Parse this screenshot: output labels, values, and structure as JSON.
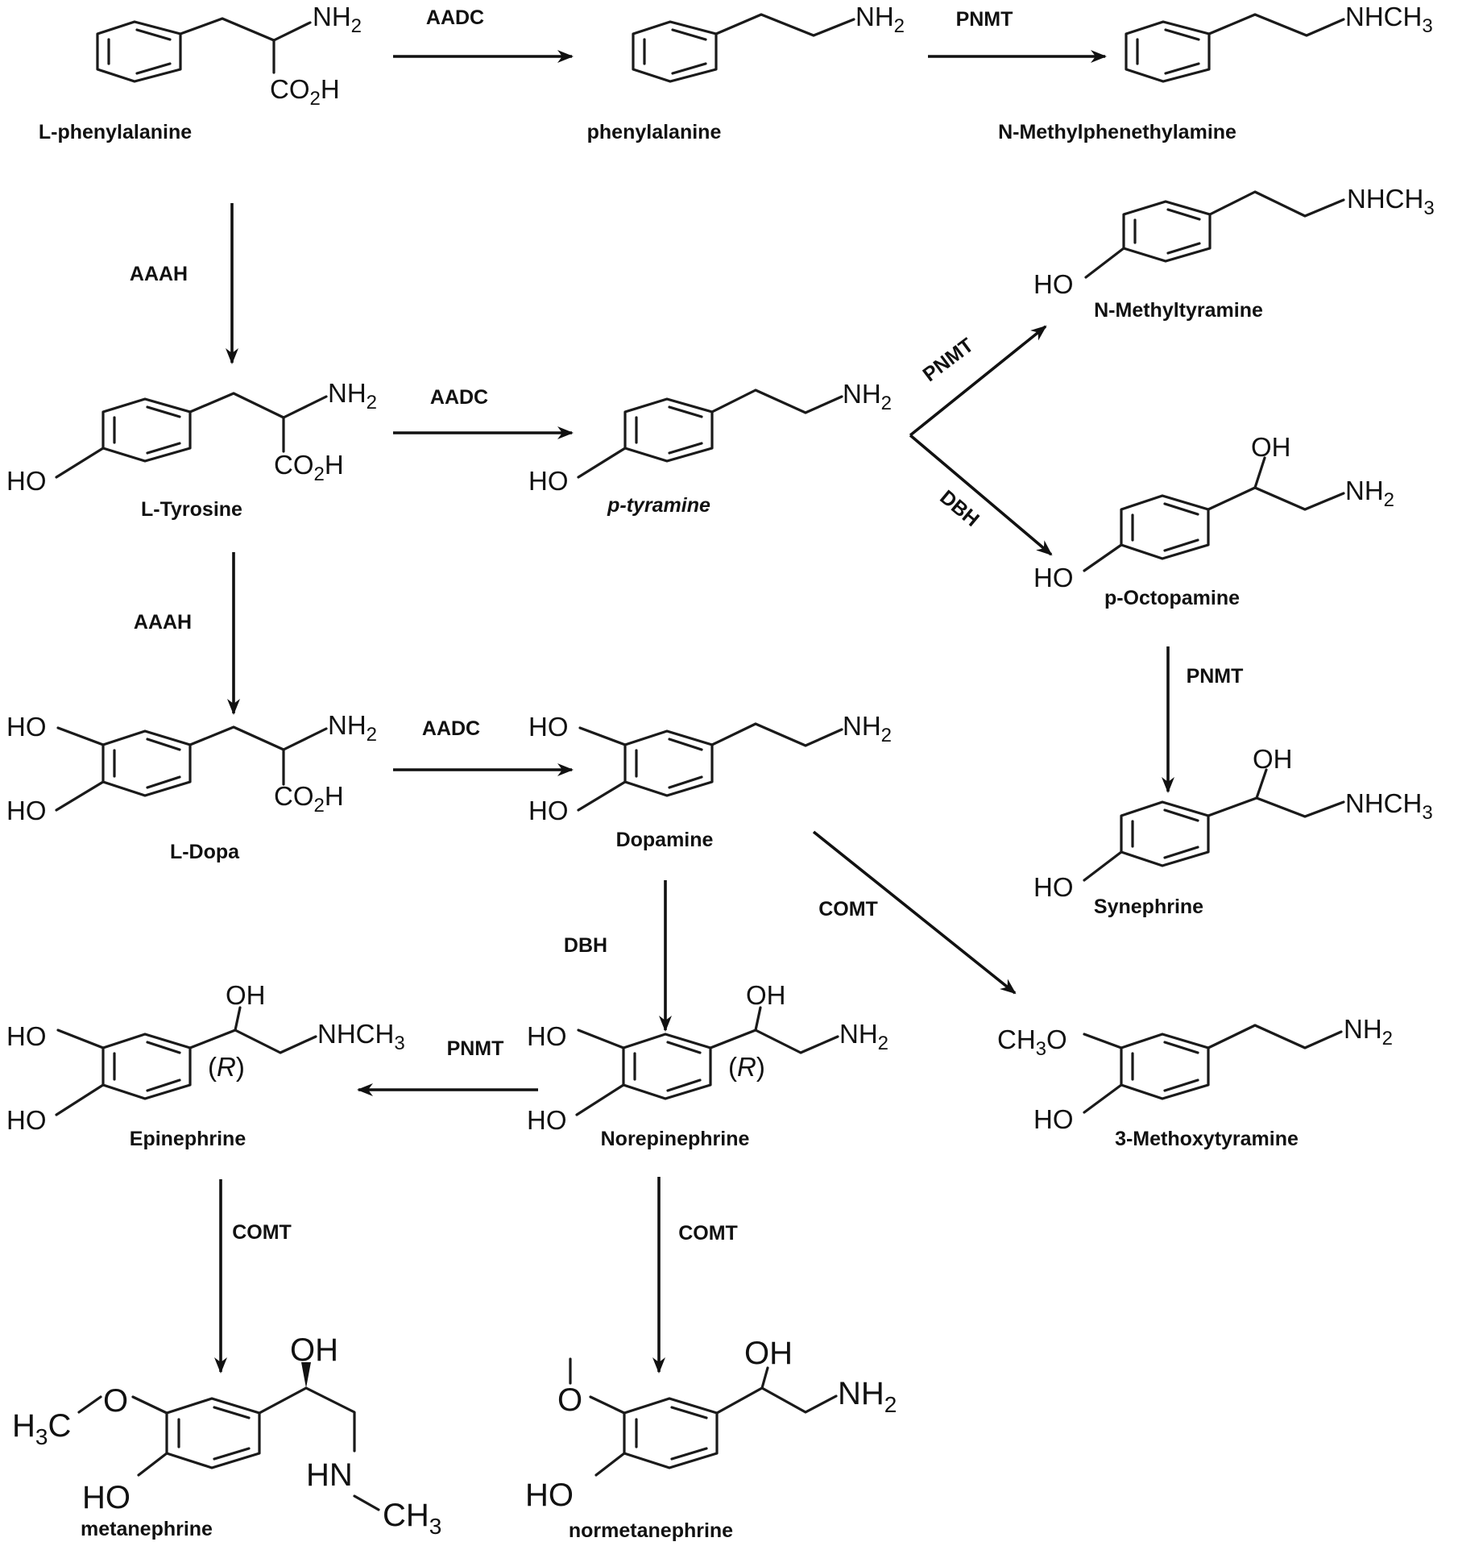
{
  "compounds": {
    "l_phenylalanine": "L-phenylalanine",
    "phenylalanine": "phenylalanine",
    "n_methylphenethylamine": "N-Methylphenethylamine",
    "n_methyltyramine": "N-Methyltyramine",
    "l_tyrosine": "L-Tyrosine",
    "p_tyramine": "p-tyramine",
    "p_octopamine": "p-Octopamine",
    "synephrine": "Synephrine",
    "l_dopa": "L-Dopa",
    "dopamine": "Dopamine",
    "epinephrine": "Epinephrine",
    "norepinephrine": "Norepinephrine",
    "methoxytyramine": "3-Methoxytyramine",
    "metanephrine": "metanephrine",
    "normetanephrine": "normetanephrine"
  },
  "enzymes": {
    "aadc_1": "AADC",
    "pnmt_1": "PNMT",
    "aaah_1": "AAAH",
    "aadc_2": "AADC",
    "pnmt_2": "PNMT",
    "dbh_1": "DBH",
    "aaah_2": "AAAH",
    "aadc_3": "AADC",
    "pnmt_3": "PNMT",
    "comt_1": "COMT",
    "dbh_2": "DBH",
    "pnmt_4": "PNMT",
    "comt_2": "COMT",
    "comt_3": "COMT"
  },
  "groups": {
    "nh2": "NH",
    "nhch3": "NHCH",
    "co2h": "CO",
    "h": "H",
    "ho": "HO",
    "oh": "OH",
    "ch3o": "CH",
    "o": "O",
    "r": "R",
    "sub2": "2",
    "sub3": "3",
    "hn": "HN",
    "ch3": "CH",
    "h3c": "H",
    "c": "C",
    "paren_open": "(",
    "paren_close": ")"
  },
  "colors": {
    "ink": "#111111",
    "background": "#ffffff"
  }
}
